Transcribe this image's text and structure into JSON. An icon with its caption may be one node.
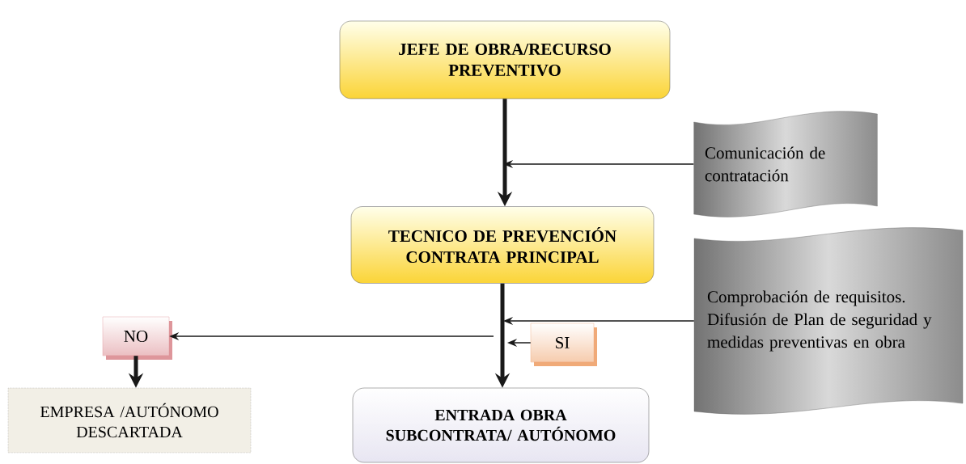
{
  "diagram": {
    "nodes": [
      {
        "text": [
          "JEFE DE OBRA/RECURSO PREVENTIVO"
        ]
      },
      {
        "text": [
          "TECNICO DE PREVENCIÓN CONTRATA PRINCIPAL"
        ]
      },
      {
        "text": [
          "ENTRADA OBRA SUBCONTRATA/ AUTÓNOMO"
        ]
      },
      {
        "text": [
          "Comunicación de contratación"
        ]
      },
      {
        "text": [
          "Comprobación de requisitos. Difusión de Plan de seguridad y medidas preventivas en obra"
        ]
      },
      {
        "text": [
          "NO"
        ]
      },
      {
        "text": [
          "SI"
        ]
      },
      {
        "text": [
          "EMPRESA /AUTÓNOMO DESCARTADA"
        ]
      }
    ],
    "edges": [
      {
        "from": 0,
        "to": 1,
        "arrow": "to",
        "style": "thick"
      },
      {
        "from": 3,
        "to": null,
        "arrow": "to"
      },
      {
        "from": 1,
        "to": 2,
        "arrow": "to",
        "style": "thick"
      },
      {
        "from": 4,
        "to": null,
        "arrow": "to"
      },
      {
        "from": 6,
        "to": null,
        "arrow": "to"
      },
      {
        "from": null,
        "to": 5,
        "arrow": "to"
      },
      {
        "from": 5,
        "to": 7,
        "arrow": "to",
        "style": "thick"
      }
    ]
  }
}
